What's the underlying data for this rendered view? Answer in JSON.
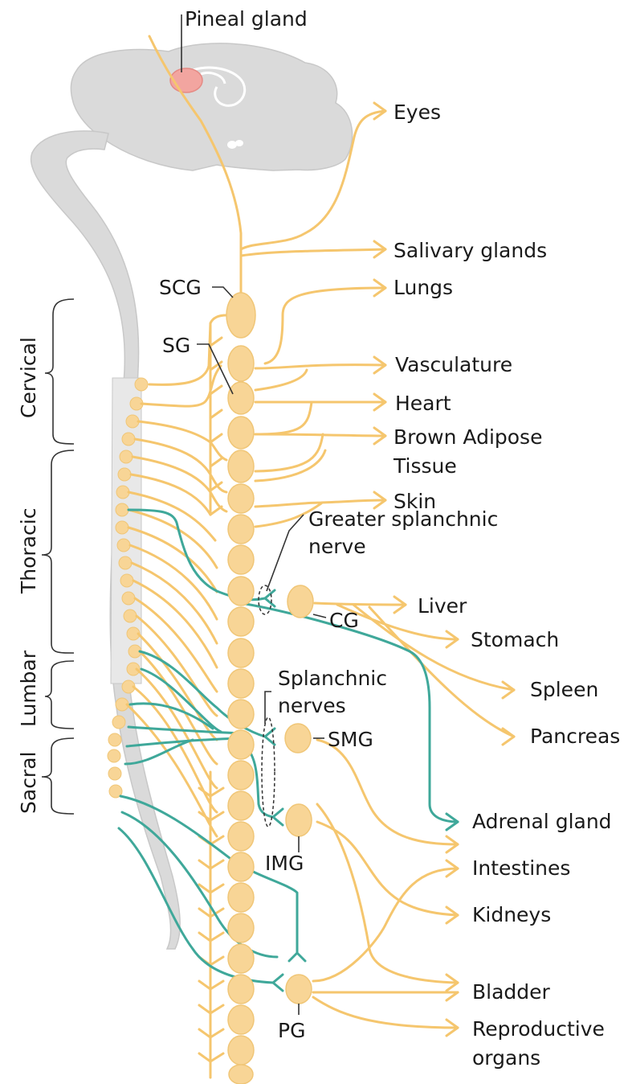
{
  "labels": {
    "pineal_gland": "Pineal gland",
    "scg": "SCG",
    "sg": "SG",
    "cg": "CG",
    "smg": "SMG",
    "img": "IMG",
    "pg": "PG",
    "greater_splanchnic": [
      "Greater splanchnic",
      "nerve"
    ],
    "splanchnic_nerves": [
      "Splanchnic",
      "nerves"
    ]
  },
  "regions": [
    "Cervical",
    "Thoracic",
    "Lumbar",
    "Sacral"
  ],
  "targets": {
    "eyes": "Eyes",
    "salivary_glands": "Salivary glands",
    "lungs": "Lungs",
    "vasculature": "Vasculature",
    "heart": "Heart",
    "brown_adipose": [
      "Brown Adipose",
      "Tissue"
    ],
    "skin": "Skin",
    "liver": "Liver",
    "stomach": "Stomach",
    "spleen": "Spleen",
    "pancreas": "Pancreas",
    "adrenal_gland": "Adrenal gland",
    "intestines": "Intestines",
    "kidneys": "Kidneys",
    "bladder": "Bladder",
    "reproductive_organs": [
      "Reproductive",
      "organs"
    ]
  },
  "colors": {
    "sympathetic_fiber": "#f5c66e",
    "preganglionic_fiber": "#3fa89a",
    "ganglion": "#f8d596",
    "brain": "#d9d9d9",
    "pineal": "#f2a5a0"
  }
}
